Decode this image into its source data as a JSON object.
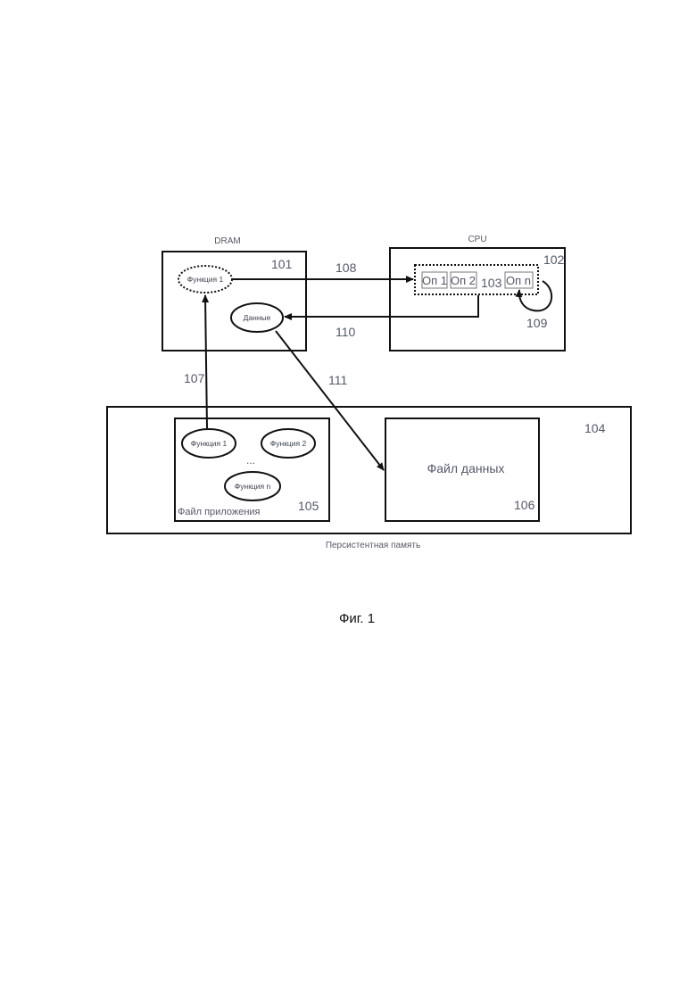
{
  "diagram": {
    "dram": {
      "title": "DRAM",
      "ref": "101",
      "function_label": "Функция 1",
      "data_label": "Данные"
    },
    "cpu": {
      "title": "CPU",
      "ref": "102",
      "queue_ref": "103",
      "ops": [
        "Оп 1",
        "Оп 2",
        "Оп n"
      ]
    },
    "persistent": {
      "title": "Персистентная память",
      "ref": "104"
    },
    "app_file": {
      "label": "Файл приложения",
      "ref": "105",
      "functions": [
        "Функция 1",
        "Функция 2",
        "Функция n"
      ],
      "ellipsis": "..."
    },
    "data_file": {
      "label": "Файл данных",
      "ref": "106"
    },
    "arrows": {
      "a107": "107",
      "a108": "108",
      "a109": "109",
      "a110": "110",
      "a111": "111"
    }
  },
  "caption": "Фиг. 1"
}
